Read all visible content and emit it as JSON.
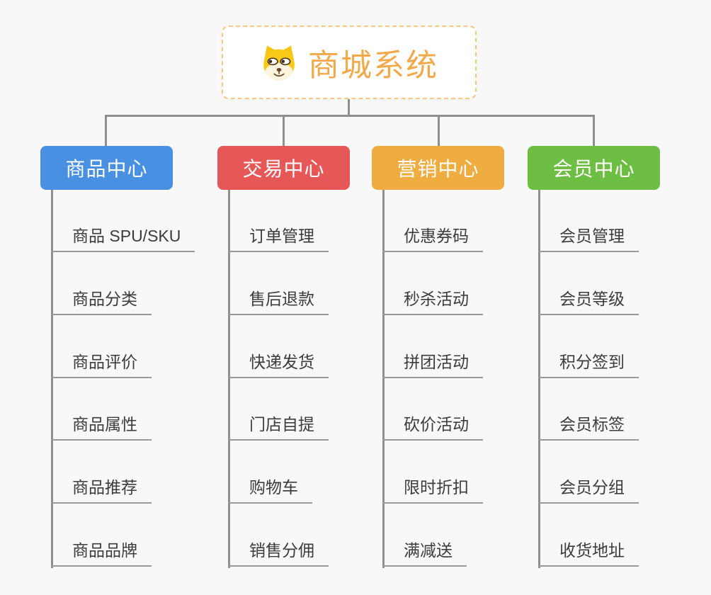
{
  "page": {
    "background_color": "#f8f8f8",
    "connector_color": "#8f8f8f"
  },
  "root": {
    "title": "商城系统",
    "icon": "dog-face-icon",
    "text_color": "#f2a94a",
    "border_color": "#f5c883"
  },
  "branches": [
    {
      "label": "商品中心",
      "color": "#4a90e2",
      "items": [
        "商品 SPU/SKU",
        "商品分类",
        "商品评价",
        "商品属性",
        "商品推荐",
        "商品品牌"
      ]
    },
    {
      "label": "交易中心",
      "color": "#e65857",
      "items": [
        "订单管理",
        "售后退款",
        "快递发货",
        "门店自提",
        "购物车",
        "销售分佣"
      ]
    },
    {
      "label": "营销中心",
      "color": "#efac41",
      "items": [
        "优惠券码",
        "秒杀活动",
        "拼团活动",
        "砍价活动",
        "限时折扣",
        "满减送"
      ]
    },
    {
      "label": "会员中心",
      "color": "#6fbe44",
      "items": [
        "会员管理",
        "会员等级",
        "积分签到",
        "会员标签",
        "会员分组",
        "收货地址"
      ]
    }
  ]
}
